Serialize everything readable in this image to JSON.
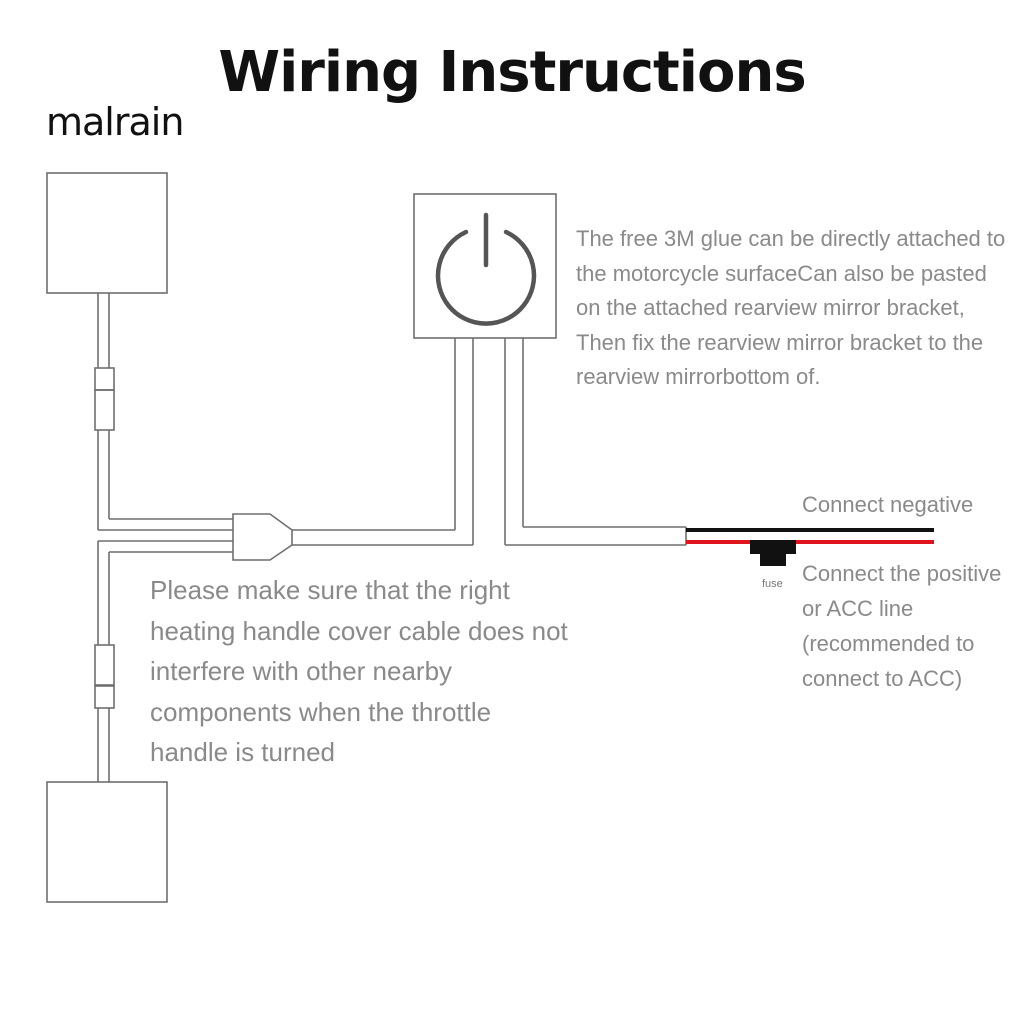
{
  "title": "Wiring Instructions",
  "brand": "malrain",
  "notes": {
    "switch_mount": "The free 3M glue can be directly attached to the motorcycle surfaceCan also be pasted on the attached rearview mirror bracket, Then fix the rearview mirror bracket to the rearview mirrorbottom of.",
    "handle_cable": "Please make sure that the right heating handle cover cable does not interfere with other nearby components when the throttle handle is turned",
    "negative": "Connect negative",
    "positive": "Connect the positive or ACC line (recommended to connect to ACC)"
  },
  "fuse_label": "fuse",
  "colors": {
    "outline": "#6f6f6f",
    "negative_wire": "#111111",
    "positive_wire": "#e0141e",
    "fuse": "#111111",
    "note_text": "#8a8a8a"
  },
  "icons": {
    "switch": "power-icon"
  }
}
